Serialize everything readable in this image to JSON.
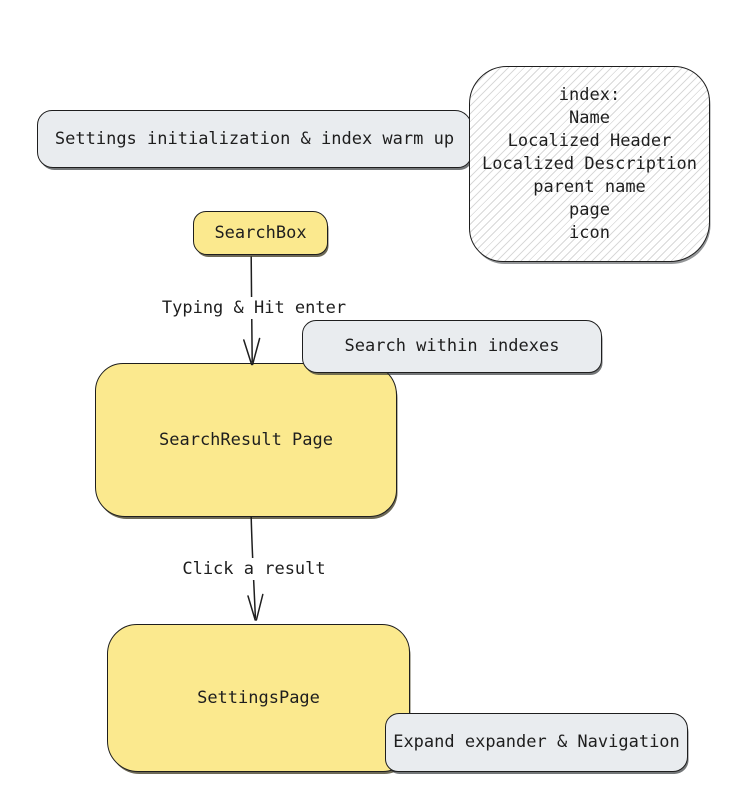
{
  "colors": {
    "node_fill": "#fbe98e",
    "node_stroke": "#1e1e1e",
    "annotation_fill": "#e9ecef",
    "note_fill": "#ffffff",
    "note_hatch": "#d9d9d9",
    "text": "#1e1e1e",
    "background": "#ffffff"
  },
  "nodes": {
    "searchbox": {
      "label": "SearchBox"
    },
    "search_result_page": {
      "label": "SearchResult Page"
    },
    "settings_page": {
      "label": "SettingsPage"
    }
  },
  "annotations": {
    "warmup": {
      "label": "Settings initialization & index warm up"
    },
    "search_within": {
      "label": "Search within indexes"
    },
    "expand_nav": {
      "label": "Expand expander & Navigation"
    }
  },
  "note": {
    "lines": [
      "index:",
      "Name",
      "Localized Header",
      "Localized Description",
      "parent name",
      "page",
      "icon"
    ]
  },
  "edges": {
    "typing": {
      "label": "Typing & Hit enter"
    },
    "click": {
      "label": "Click a result"
    }
  }
}
